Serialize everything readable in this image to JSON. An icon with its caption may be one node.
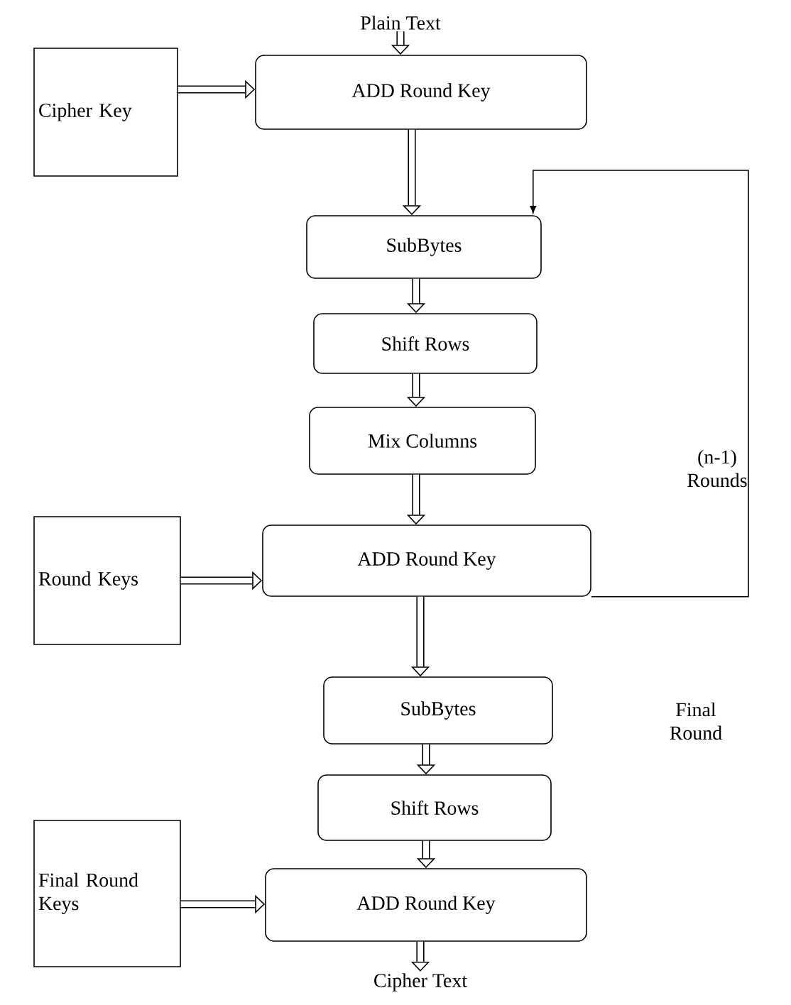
{
  "diagram": {
    "nodes": [
      {
        "text": [
          "Plain Text"
        ]
      },
      {
        "text": [
          "Cipher Key"
        ]
      },
      {
        "text": [
          "ADD Round Key"
        ]
      },
      {
        "text": [
          "SubBytes"
        ]
      },
      {
        "text": [
          "Shift Rows"
        ]
      },
      {
        "text": [
          "Mix Columns"
        ]
      },
      {
        "text": [
          "Round Keys"
        ]
      },
      {
        "text": [
          "ADD Round Key"
        ]
      },
      {
        "text": [
          "SubBytes"
        ]
      },
      {
        "text": [
          "Shift Rows"
        ]
      },
      {
        "text": [
          "Final Round Keys"
        ]
      },
      {
        "text": [
          "ADD Round Key"
        ]
      },
      {
        "text": [
          "Cipher Text"
        ]
      }
    ],
    "edges": [
      {
        "from": 0,
        "to": 2,
        "arrow": "to"
      },
      {
        "from": 1,
        "to": 2,
        "arrow": "to"
      },
      {
        "from": 2,
        "to": 3,
        "arrow": "to"
      },
      {
        "from": 3,
        "to": 4,
        "arrow": "to"
      },
      {
        "from": 4,
        "to": 5,
        "arrow": "to"
      },
      {
        "from": 5,
        "to": 7,
        "arrow": "to"
      },
      {
        "from": 6,
        "to": 7,
        "arrow": "to"
      },
      {
        "from": 7,
        "to": 3,
        "arrow": "to"
      },
      {
        "from": 7,
        "to": 8,
        "arrow": "to"
      },
      {
        "from": 8,
        "to": 9,
        "arrow": "to"
      },
      {
        "from": 9,
        "to": 11,
        "arrow": "to"
      },
      {
        "from": 10,
        "to": 11,
        "arrow": "to"
      },
      {
        "from": 11,
        "to": 12,
        "arrow": "to"
      }
    ],
    "labels": [
      "(n-1) Rounds",
      "Final Round"
    ]
  }
}
